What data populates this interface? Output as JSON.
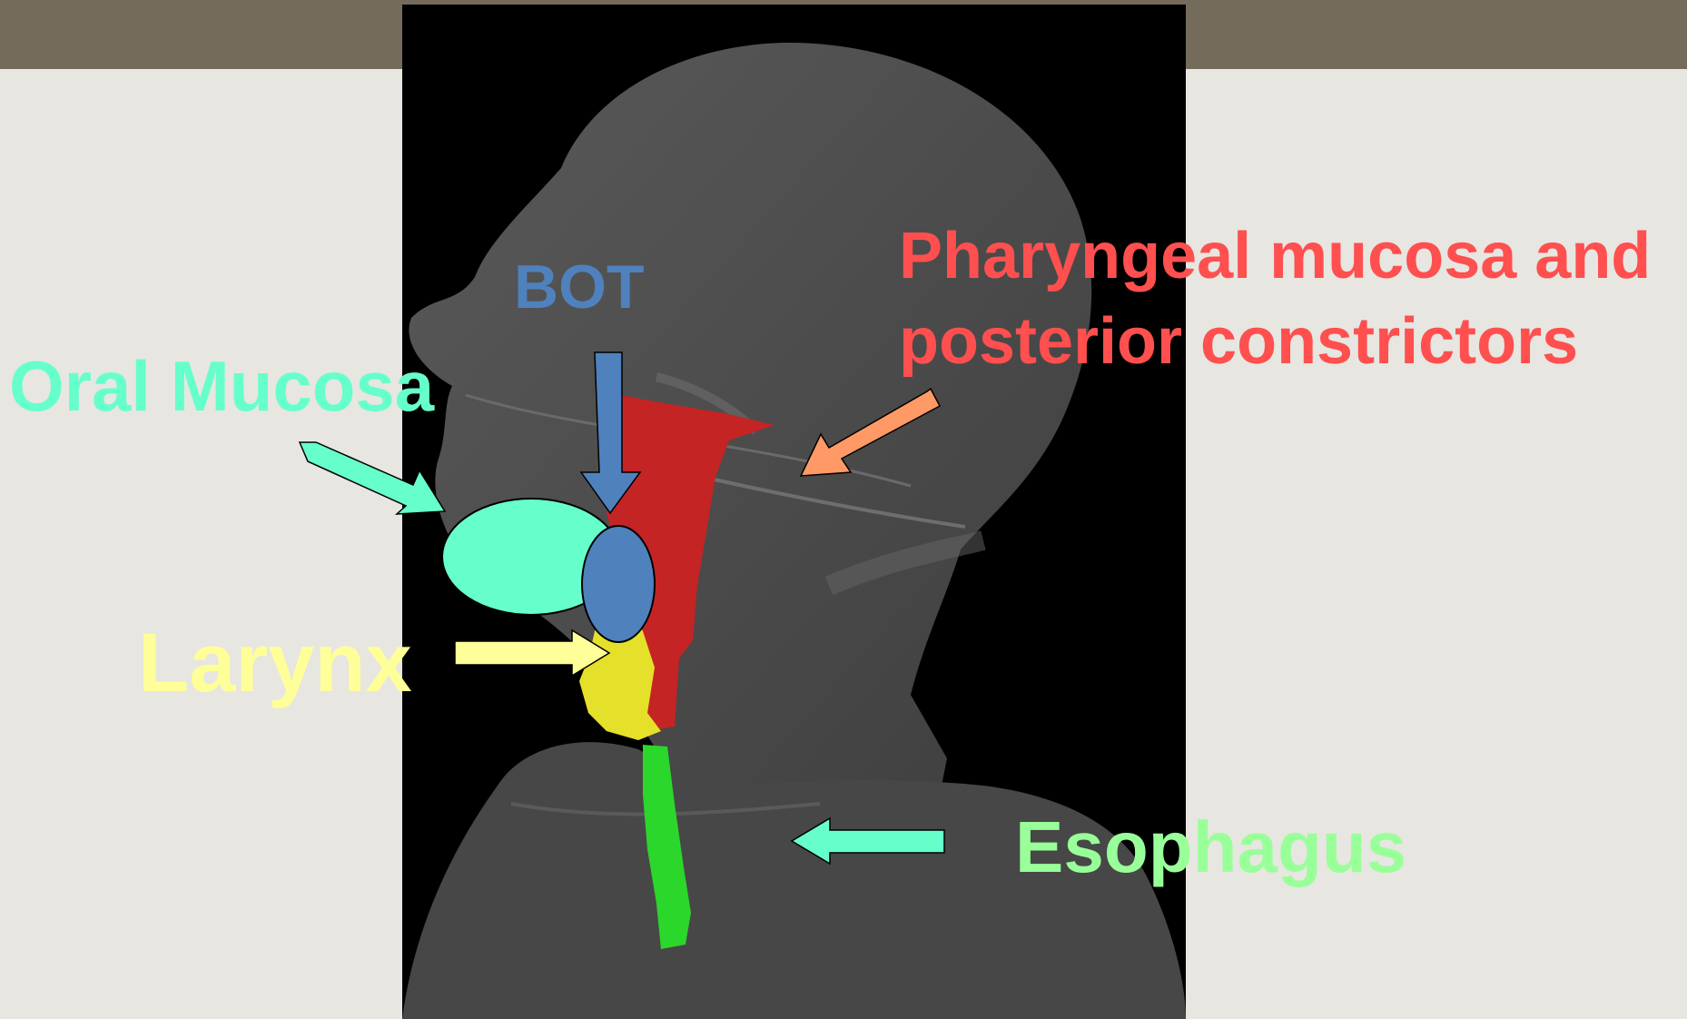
{
  "slide": {
    "title_bar_color": "#756b5a",
    "background_color": "#e7e6e1"
  },
  "image": {
    "description": "3D rendering of a head and neck in profile with colored organ-at-risk structures",
    "structures": [
      {
        "name": "pharyngeal constrictors",
        "color": "#c42424"
      },
      {
        "name": "larynx",
        "color": "#e5e02a"
      },
      {
        "name": "esophagus",
        "color": "#2bd72b"
      }
    ]
  },
  "labels": {
    "bot": {
      "text": "BOT",
      "color": "#4f81bd"
    },
    "oral_mucosa": {
      "text": "Oral Mucosa",
      "color": "#66ffcc"
    },
    "pharyngeal": {
      "text": "Pharyngeal mucosa and\nposterior constrictors",
      "color": "#ff4f4f"
    },
    "larynx": {
      "text": "Larynx",
      "color": "#ffff99"
    },
    "esophagus": {
      "text": "Esophagus",
      "color": "#99ff99"
    }
  },
  "markers": {
    "oral_mucosa_ellipse": {
      "fill": "#66ffcc"
    },
    "bot_ellipse": {
      "fill": "#4f81bd"
    }
  },
  "arrows": {
    "bot_arrow": {
      "fill": "#4f81bd"
    },
    "oral_arrow": {
      "fill": "#66ffcc"
    },
    "pharyngeal_arrow": {
      "fill": "#ff9966"
    },
    "larynx_arrow": {
      "fill": "#ffff99"
    },
    "esophagus_arrow": {
      "fill": "#66ffcc"
    }
  }
}
